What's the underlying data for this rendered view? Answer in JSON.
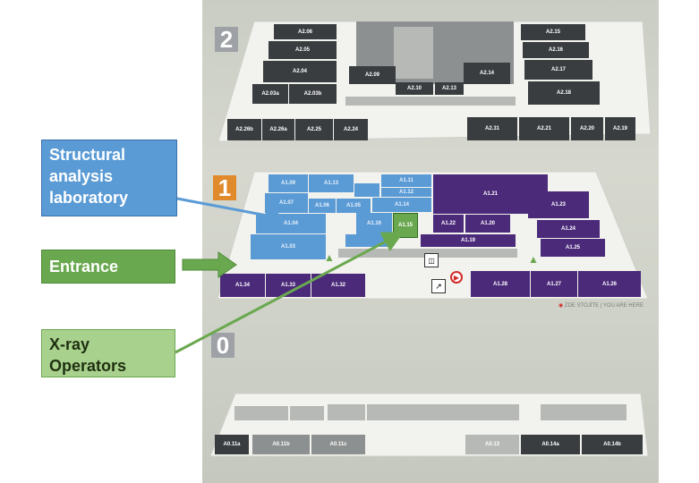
{
  "floors": [
    {
      "id": "2",
      "label": "2"
    },
    {
      "id": "1",
      "label": "1"
    },
    {
      "id": "0",
      "label": "0"
    }
  ],
  "callouts": {
    "lab": "Structural analysis laboratory",
    "entrance": "Entrance",
    "xray": "X-ray Operators"
  },
  "legend": {
    "you_are_here": "ZDE STOJÍTE | YOU ARE HERE"
  },
  "rooms": {
    "A2_06": "A2.06",
    "A2_05": "A2.05",
    "A2_04": "A2.04",
    "A2_03a": "A2.03a",
    "A2_03b": "A2.03b",
    "A2_09": "A2.09",
    "A2_10": "A2.10",
    "A2_13": "A2.13",
    "A2_14": "A2.14",
    "A2_15": "A2.15",
    "A2_16": "A2.16",
    "A2_17": "A2.17",
    "A2_18": "A2.18",
    "A2_26b": "A2.26b",
    "A2_26a": "A2.26a",
    "A2_25": "A2.25",
    "A2_24": "A2.24",
    "A2_31": "A2.31",
    "A2_21": "A2.21",
    "A2_20": "A2.20",
    "A2_19": "A2.19",
    "A1_09": "A1.09",
    "A1_13": "A1.13",
    "A1_11": "A1.11",
    "A1_07": "A1.07",
    "A1_12": "A1.12",
    "A1_06": "A1.06",
    "A1_05": "A1.05",
    "A1_16": "A1.16",
    "A1_14": "A1.14",
    "A1_04": "A1.04",
    "A1_03": "A1.03",
    "A1_15": "A1.15",
    "A1_21": "A1.21",
    "A1_22": "A1.22",
    "A1_20": "A1.20",
    "A1_19": "A1.19",
    "A1_23": "A1.23",
    "A1_24": "A1.24",
    "A1_25": "A1.25",
    "A1_34": "A1.34",
    "A1_33": "A1.33",
    "A1_32": "A1.32",
    "A1_28": "A1.28",
    "A1_27": "A1.27",
    "A1_26": "A1.26",
    "A0_11a": "A0.11a",
    "A0_11b": "A0.11b",
    "A0_11c": "A0.11c",
    "A0_13": "A0.13",
    "A0_14a": "A0.14a",
    "A0_14b": "A0.14b"
  },
  "colors": {
    "dark_room": "#3a3d40",
    "purple_room": "#4b2a7a",
    "lab_highlight": "#5b9bd5",
    "xray_highlight": "#6aa84f",
    "callout_blue": "#5b9bd5",
    "callout_green": "#6aa84f",
    "callout_light_green": "#a9d18e"
  }
}
